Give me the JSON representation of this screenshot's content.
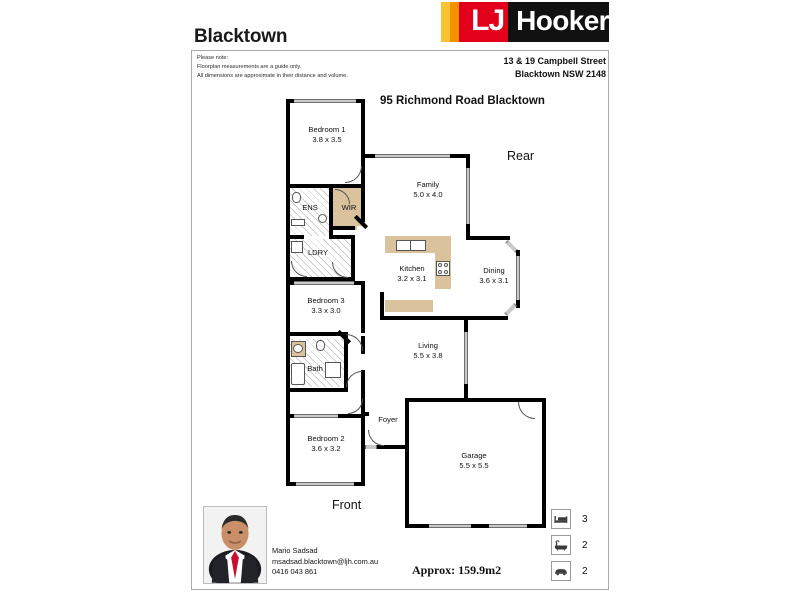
{
  "header": {
    "office_name": "Blacktown",
    "logo": {
      "mark_text": "LJ",
      "brand_text": "Hooker",
      "stripe_colors": [
        "#f7c331",
        "#f39200",
        "#e2001a"
      ],
      "mark_bg": "#e2001a",
      "brand_bg": "#111111"
    },
    "branch_address_line1": "13 & 19 Campbell Street",
    "branch_address_line2": "Blacktown NSW 2148"
  },
  "disclaimer": {
    "line1": "Please note:",
    "line2": "Floorplan measurements are a guide only.",
    "line3": "All dimensions are approximate in their distance and volume."
  },
  "property": {
    "title": "95 Richmond Road Blacktown",
    "area_text": "Approx: 159.9m2",
    "orientation_rear": "Rear",
    "orientation_front": "Front"
  },
  "rooms": [
    {
      "name": "Bedroom 1",
      "dimensions": "3.8 x 3.5"
    },
    {
      "name": "ENS",
      "dimensions": ""
    },
    {
      "name": "WIR",
      "dimensions": ""
    },
    {
      "name": "LDRY",
      "dimensions": ""
    },
    {
      "name": "Bedroom 3",
      "dimensions": "3.3 x 3.0"
    },
    {
      "name": "Bath",
      "dimensions": ""
    },
    {
      "name": "Bedroom 2",
      "dimensions": "3.6 x 3.2"
    },
    {
      "name": "Foyer",
      "dimensions": ""
    },
    {
      "name": "Family",
      "dimensions": "5.0 x 4.0"
    },
    {
      "name": "Kitchen",
      "dimensions": "3.2 x 3.1"
    },
    {
      "name": "Dining",
      "dimensions": "3.6 x 3.1"
    },
    {
      "name": "Living",
      "dimensions": "5.5 x 3.8"
    },
    {
      "name": "Garage",
      "dimensions": "5.5 x 5.5"
    }
  ],
  "specs": [
    {
      "icon": "bed-icon",
      "label": "Bedrooms",
      "value": "3"
    },
    {
      "icon": "bathtub-icon",
      "label": "Bathrooms",
      "value": "2"
    },
    {
      "icon": "car-icon",
      "label": "Car spaces",
      "value": "2"
    }
  ],
  "agent": {
    "name": "Mario Sadsad",
    "email": "msadsad.blacktown@ljh.com.au",
    "phone": "0416 043 861"
  }
}
